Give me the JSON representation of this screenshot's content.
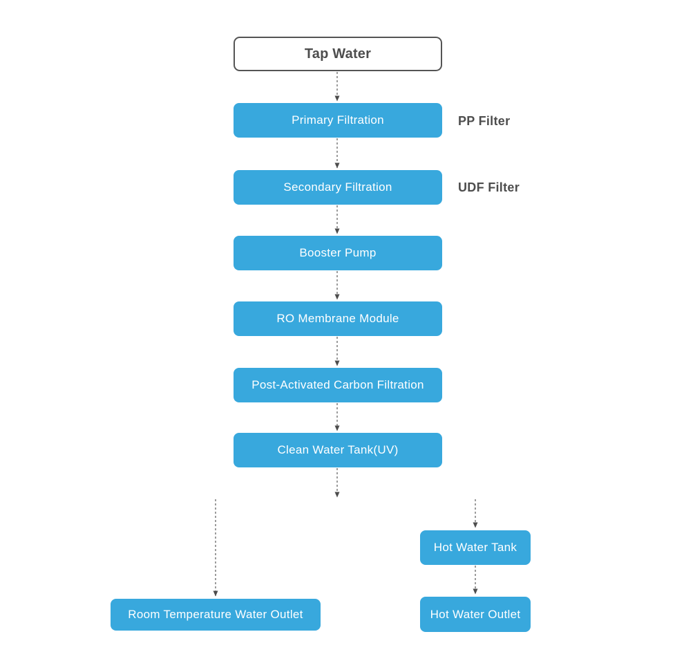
{
  "nodes": [
    {
      "id": "tap-water",
      "label": "Tap Water",
      "type": "start"
    },
    {
      "id": "primary-filtration",
      "label": "Primary Filtration",
      "type": "process"
    },
    {
      "id": "secondary-filtration",
      "label": "Secondary Filtration",
      "type": "process"
    },
    {
      "id": "booster-pump",
      "label": "Booster Pump",
      "type": "process"
    },
    {
      "id": "ro-membrane-module",
      "label": "RO Membrane Module",
      "type": "process"
    },
    {
      "id": "post-activated-carbon",
      "label": "Post-Activated Carbon Filtration",
      "type": "process"
    },
    {
      "id": "clean-water-tank-uv",
      "label": "Clean Water Tank(UV)",
      "type": "process"
    },
    {
      "id": "room-temp-water-outlet",
      "label": "Room Temperature Water Outlet",
      "type": "process"
    },
    {
      "id": "hot-water-tank",
      "label": "Hot Water Tank",
      "type": "process"
    },
    {
      "id": "hot-water-outlet",
      "label": "Hot Water Outlet",
      "type": "process"
    }
  ],
  "annotations": [
    {
      "text": "PP Filter",
      "attached_to": "Primary Filtration"
    },
    {
      "text": "UDF Filter",
      "attached_to": "Secondary Filtration"
    }
  ],
  "edges": [
    {
      "from": "tap-water",
      "to": "primary-filtration",
      "style": "dashed-arrow"
    },
    {
      "from": "primary-filtration",
      "to": "secondary-filtration",
      "style": "dashed-arrow"
    },
    {
      "from": "secondary-filtration",
      "to": "booster-pump",
      "style": "dashed-arrow"
    },
    {
      "from": "booster-pump",
      "to": "ro-membrane-module",
      "style": "dashed-arrow"
    },
    {
      "from": "ro-membrane-module",
      "to": "post-activated-carbon",
      "style": "dashed-arrow"
    },
    {
      "from": "post-activated-carbon",
      "to": "clean-water-tank-uv",
      "style": "dashed-arrow"
    },
    {
      "from": "clean-water-tank-uv",
      "to": "room-temp-water-outlet",
      "style": "dashed-arrow"
    },
    {
      "from": "clean-water-tank-uv",
      "to": "hot-water-tank",
      "style": "dashed-arrow"
    },
    {
      "from": "hot-water-tank",
      "to": "hot-water-outlet",
      "style": "dashed-arrow"
    }
  ],
  "colors": {
    "node_fill": "#38A8DD",
    "node_text": "#FFFFFF",
    "start_fill": "#FFFFFF",
    "start_border": "#545454",
    "start_text": "#4D4D4D",
    "annotation_text": "#4D4D4D",
    "arrow": "#666666",
    "arrow_head": "#4D4D4D"
  }
}
